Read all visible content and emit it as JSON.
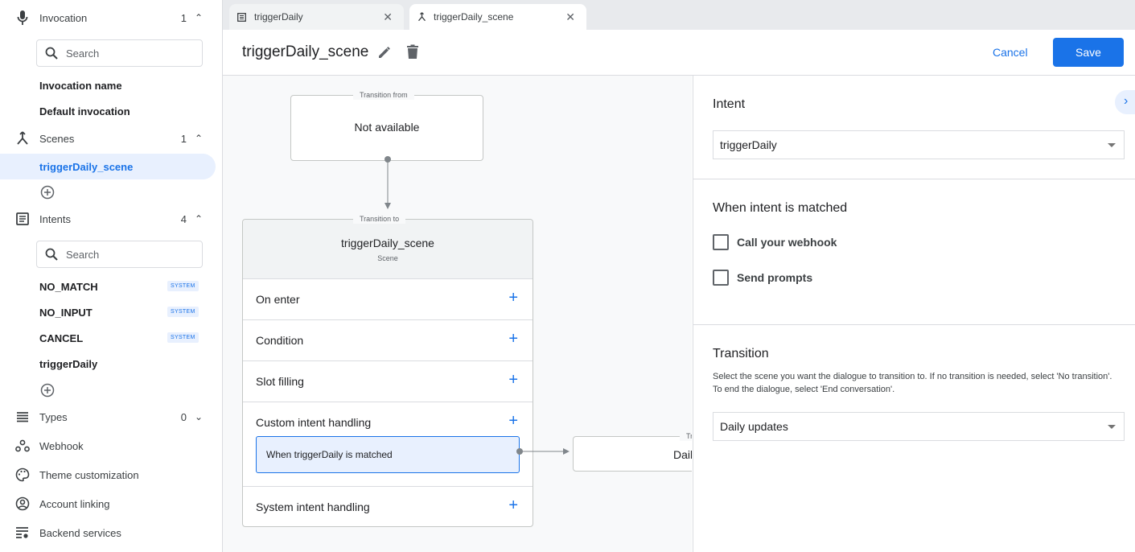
{
  "sidebar": {
    "invocation": {
      "label": "Invocation",
      "count": "1",
      "search_placeholder": "Search",
      "items": [
        "Invocation name",
        "Default invocation"
      ]
    },
    "scenes": {
      "label": "Scenes",
      "count": "1",
      "items": [
        "triggerDaily_scene"
      ]
    },
    "intents": {
      "label": "Intents",
      "count": "4",
      "search_placeholder": "Search",
      "items": [
        {
          "label": "NO_MATCH",
          "badge": "SYSTEM"
        },
        {
          "label": "NO_INPUT",
          "badge": "SYSTEM"
        },
        {
          "label": "CANCEL",
          "badge": "SYSTEM"
        },
        {
          "label": "triggerDaily",
          "badge": ""
        }
      ]
    },
    "types": {
      "label": "Types",
      "count": "0"
    },
    "links": [
      "Webhook",
      "Theme customization",
      "Account linking",
      "Backend services"
    ]
  },
  "tabs": [
    {
      "label": "triggerDaily",
      "icon": "intent-icon",
      "active": false
    },
    {
      "label": "triggerDaily_scene",
      "icon": "scene-icon",
      "active": true
    }
  ],
  "header": {
    "title": "triggerDaily_scene",
    "cancel": "Cancel",
    "save": "Save"
  },
  "canvas": {
    "from_node": {
      "legend": "Transition from",
      "text": "Not available"
    },
    "scene_node": {
      "legend": "Transition to",
      "title": "triggerDaily_scene",
      "subtitle": "Scene",
      "rows": [
        "On enter",
        "Condition",
        "Slot filling",
        "Custom intent handling",
        "System intent handling"
      ],
      "handler": "When triggerDaily is matched"
    },
    "target_node": {
      "legend": "Tr",
      "text": "Dail"
    }
  },
  "panel": {
    "intent": {
      "heading": "Intent",
      "value": "triggerDaily"
    },
    "matched": {
      "heading": "When intent is matched",
      "options": [
        "Call your webhook",
        "Send prompts"
      ]
    },
    "transition": {
      "heading": "Transition",
      "description": "Select the scene you want the dialogue to transition to. If no transition is needed, select 'No transition'. To end the dialogue, select 'End conversation'.",
      "value": "Daily updates"
    }
  },
  "colors": {
    "accent": "#1a73e8",
    "selected_bg": "#e8f0fe",
    "canvas_bg": "#f8f9fa"
  }
}
